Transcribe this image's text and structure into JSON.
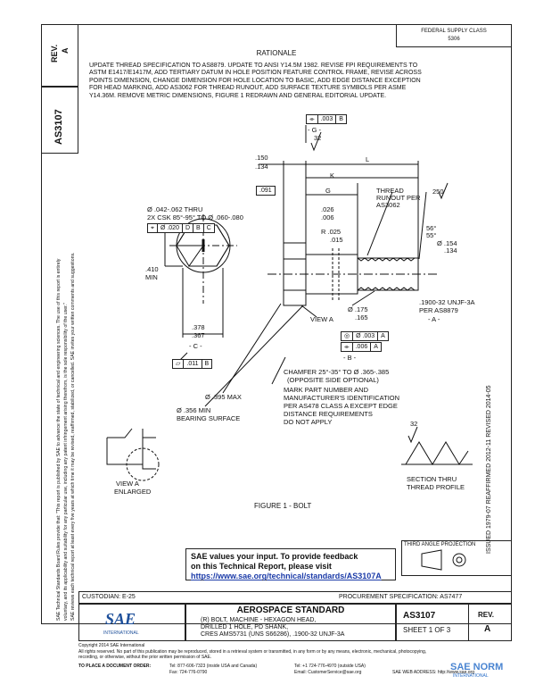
{
  "header": {
    "rev_label": "REV.",
    "rev_value": "A",
    "doc_number": "AS3107",
    "fed_supply_class": "FEDERAL SUPPLY CLASS",
    "fsc_value": "5306"
  },
  "rationale": {
    "title": "RATIONALE",
    "line1": "UPDATE THREAD SPECIFICATION TO AS8879. UPDATE TO ANSI Y14.5M 1982. REVISE FPI REQUIREMENTS TO",
    "line2": "ASTM E1417/E1417M, ADD TERTIARY DATUM IN HOLE POSITION FEATURE CONTROL FRAME, REVISE ACROSS",
    "line3": "POINTS DIMENSION, CHANGE DIMENSION FOR HOLE LOCATION TO BASIC, ADD EDGE DISTANCE EXCEPTION",
    "line4": "FOR HEAD MARKING, ADD AS3062 FOR THREAD RUNOUT, ADD SURFACE TEXTURE SYMBOLS PER ASME",
    "line5": "Y14.36M. REMOVE METRIC DIMENSIONS, FIGURE 1 REDRAWN AND GENERAL EDITORIAL UPDATE."
  },
  "drawing": {
    "fcf_top": ".003",
    "fcf_top_datum": "B",
    "datum_g": "- G -",
    "surface_32_top": "32",
    "dim_150": ".150",
    "dim_134": ".134",
    "dim_L": "L",
    "dim_K": "K",
    "dim_091": ".091",
    "dim_G": "G",
    "thread_runout_1": "THREAD",
    "thread_runout_2": "RUNOUT PER",
    "thread_runout_3": "AS3062",
    "surface_250": "250",
    "hole_1": "Ø .042-.062 THRU",
    "hole_2": "2X CSK 85°-95° TO Ø .060-.080",
    "fcf_hole_1": "Ø .020",
    "fcf_hole_2": "D",
    "fcf_hole_3": "B",
    "fcf_hole_4": "C",
    "dim_026": ".026",
    "dim_006": ".006",
    "dim_R025": "R .025",
    "dim_015": ".015",
    "angle_1": "56°",
    "angle_2": "55°",
    "dim_154": "Ø .154",
    "dim_134b": ".134",
    "dim_410": ".410",
    "min_label": "MIN",
    "view_a": "VIEW A",
    "dim_175": "Ø .175",
    "dim_165": ".165",
    "thread_spec_1": ".1900-32 UNJF-3A",
    "thread_spec_2": "PER AS8879",
    "datum_a": "- A -",
    "dim_378": ".378",
    "dim_367": ".367",
    "datum_c": "- C -",
    "fcf_011": ".011",
    "fcf_011_datum": "B",
    "fcf_003a": "Ø .003",
    "fcf_003a_datum": "A",
    "fcf_006": ".006",
    "fcf_006_datum": "A",
    "datum_b": "- B -",
    "chamfer_1": "CHAMFER 25°-35° TO Ø .365-.385",
    "chamfer_2": "(OPPOSITE SIDE OPTIONAL)",
    "dim_395": "Ø .395 MAX",
    "dim_356_1": "Ø .356 MIN",
    "dim_356_2": "BEARING SURFACE",
    "mark_1": "MARK PART NUMBER AND",
    "mark_2": "MANUFACTURER'S IDENTIFICATION",
    "mark_3": "PER AS478 CLASS A EXCEPT EDGE",
    "mark_4": "DISTANCE REQUIREMENTS",
    "mark_5": "DO NOT APPLY",
    "view_a_enlarged_1": "VIEW A",
    "view_a_enlarged_2": "ENLARGED",
    "section_1": "SECTION THRU",
    "section_2": "THREAD PROFILE",
    "surface_32_section": "32",
    "figure_caption": "FIGURE 1 - BOLT"
  },
  "right_strip": "ISSUED 1979-07    REAFFIRMED 2012-11    REVISED 2014-05",
  "third_angle": "THIRD ANGLE PROJECTION",
  "feedback": {
    "line1": "SAE values your input. To provide feedback",
    "line2": "on this Technical Report, please visit",
    "link": "https://www.sae.org/technical/standards/AS3107A"
  },
  "custodian": "CUSTODIAN: E-25",
  "procurement": "PROCUREMENT SPECIFICATION: AS7477",
  "title_block": {
    "category": "AEROSPACE STANDARD",
    "desc1": "(R) BOLT, MACHINE - HEXAGON HEAD,",
    "desc2": "DRILLED 1 HOLE, PD SHANK,",
    "desc3": "CRES AMS5731 (UNS S66286), .1900-32 UNJF-3A",
    "number": "AS3107",
    "sheet": "SHEET 1 OF 3",
    "rev_label": "REV.",
    "rev_value": "A",
    "sae_logo": "SAE",
    "sae_sub": "INTERNATIONAL"
  },
  "left_notice": {
    "line1": "SAE Technical Standards Board Rules provide that: \"This report is published by SAE to advance the state of technical and engineering sciences. The use of this report is entirely",
    "line2": "voluntary, and its applicability and suitability for any particular use, including any patent infringement arising therefrom, is the sole responsibility of the user.\"",
    "line3": "SAE reviews each technical report at least every five years at which time it may be revised, reaffirmed, stabilized, or cancelled. SAE invites your written comments and suggestions."
  },
  "footer": {
    "copyright": "Copyright 2014 SAE International",
    "rights1": "All rights reserved. No part of this publication may be reproduced, stored in a retrieval system or transmitted, in any form or by any means, electronic, mechanical, photocopying,",
    "rights2": "recording, or otherwise, without the prior written permission of SAE.",
    "order_label": "TO PLACE A DOCUMENT ORDER:",
    "tel1": "Tel: 877-606-7323 (inside USA and Canada)",
    "tel2": "Tel: +1 724-776-4970 (outside USA)",
    "fax": "Fax: 724-776-0790",
    "email": "Email: CustomerService@sae.org",
    "web": "SAE WEB ADDRESS: http://www.sae.org",
    "watermark": "SAE NORM",
    "watermark_sub": "INTERNATIONAL"
  }
}
